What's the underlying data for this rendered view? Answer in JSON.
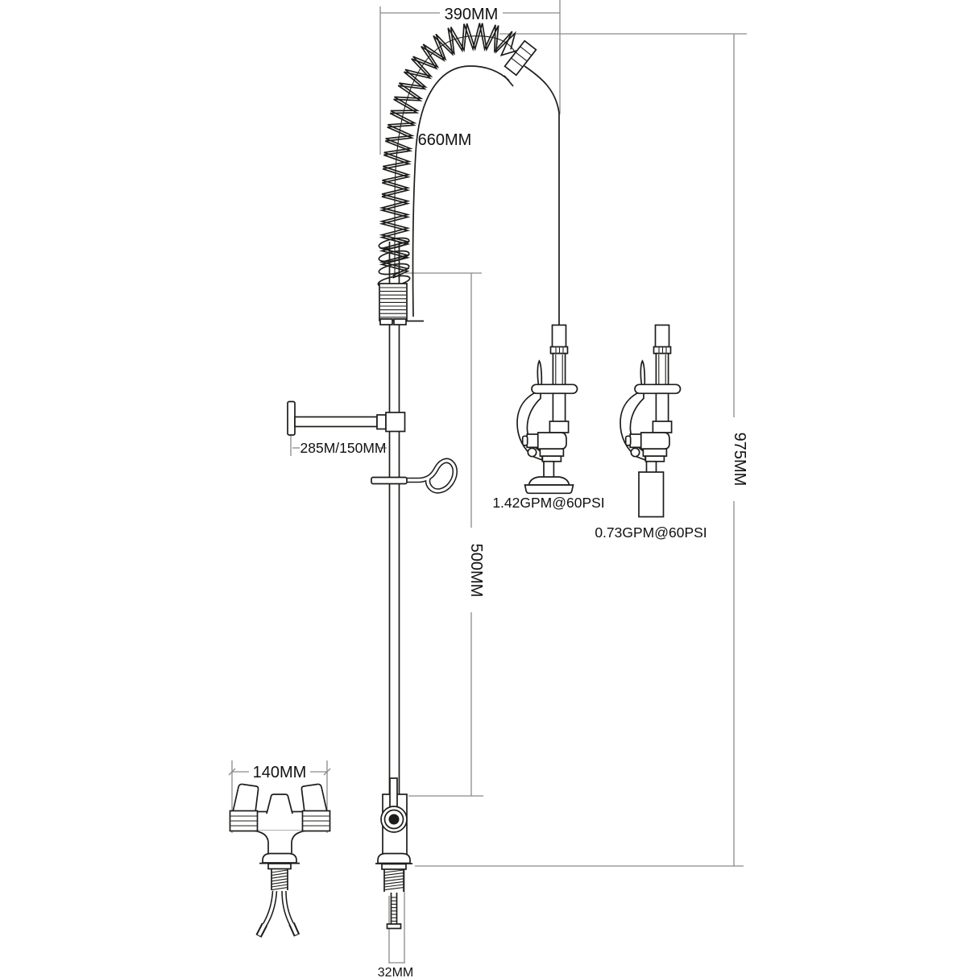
{
  "drawing": {
    "dimensions": {
      "top_width": "390MM",
      "hose_length": "660MM",
      "overall_height": "975MM",
      "riser_height": "500MM",
      "bracket_reach": "285M/150MM",
      "handle_width": "140MM",
      "shank_diameter": "32MM"
    },
    "flow_rates": {
      "spray_valve": "1.42GPM@60PSI",
      "nozzle": "0.73GPM@60PSI"
    },
    "colors": {
      "line": "#1d1d1b",
      "dimension_line": "#8a8a8a",
      "background": "#ffffff"
    }
  }
}
